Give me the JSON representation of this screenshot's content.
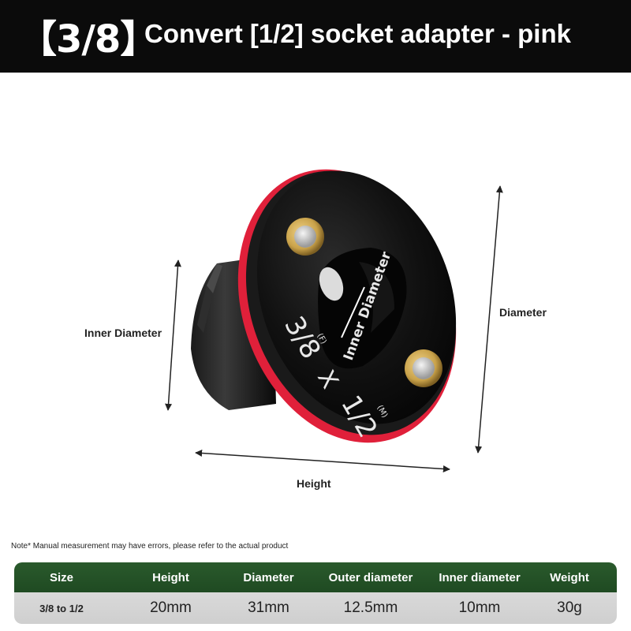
{
  "header": {
    "size_tag": "【3/8】",
    "title": "Convert [1/2] socket adapter - pink"
  },
  "product": {
    "engraving_size": "3/8",
    "engraving_f": "(F)",
    "engraving_x": "X",
    "engraving_drive": "1/2",
    "engraving_m": "(M)",
    "engraving_inner": "Inner Diameter",
    "colors": {
      "body": "#0d0d0d",
      "ring": "#e0203a",
      "brass": "#c9a24a"
    }
  },
  "dimensions": {
    "inner_diameter": "Inner Diameter",
    "diameter": "Diameter",
    "height": "Height"
  },
  "note": "Note* Manual measurement may have errors, please refer to the actual product",
  "table": {
    "headers": [
      "Size",
      "Height",
      "Diameter",
      "Outer diameter",
      "Inner diameter",
      "Weight"
    ],
    "row": [
      "3/8 to 1/2",
      "20mm",
      "31mm",
      "12.5mm",
      "10mm",
      "30g"
    ],
    "header_color": "#1f4a22"
  }
}
